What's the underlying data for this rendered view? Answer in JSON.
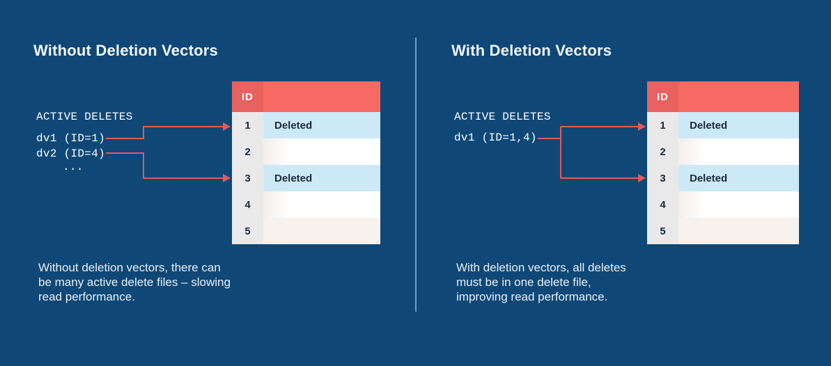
{
  "left_panel": {
    "title": "Without Deletion Vectors",
    "active_deletes_label": "ACTIVE DELETES",
    "delete_files": [
      "dv1 (ID=1)",
      "dv2 (ID=4)"
    ],
    "ellipsis": "...",
    "table": {
      "header": "ID",
      "rows": [
        {
          "id": "1",
          "status": "Deleted"
        },
        {
          "id": "2",
          "status": ""
        },
        {
          "id": "3",
          "status": "Deleted"
        },
        {
          "id": "4",
          "status": ""
        },
        {
          "id": "5",
          "status": ""
        }
      ]
    },
    "caption_lines": [
      "Without deletion vectors, there can",
      "be many active delete files – slowing",
      "read performance."
    ]
  },
  "right_panel": {
    "title": "With Deletion Vectors",
    "active_deletes_label": "ACTIVE DELETES",
    "delete_files": [
      "dv1 (ID=1,4)"
    ],
    "table": {
      "header": "ID",
      "rows": [
        {
          "id": "1",
          "status": "Deleted"
        },
        {
          "id": "2",
          "status": ""
        },
        {
          "id": "3",
          "status": "Deleted"
        },
        {
          "id": "4",
          "status": ""
        },
        {
          "id": "5",
          "status": ""
        }
      ]
    },
    "caption_lines": [
      "With deletion vectors, all deletes",
      "must be in one delete file,",
      "improving read performance."
    ]
  },
  "colors": {
    "background_navy": "#0F4877",
    "header_salmon": "#F66A63",
    "header_id_salmon": "#E96160",
    "arrow_salmon": "#E25A5D",
    "deleted_row_blue": "#CDE9F8",
    "id_column_gray": "#EAE9E9",
    "muted_row_offwhite": "#F7F2EE",
    "table_text_navy": "#1B2B3B"
  }
}
